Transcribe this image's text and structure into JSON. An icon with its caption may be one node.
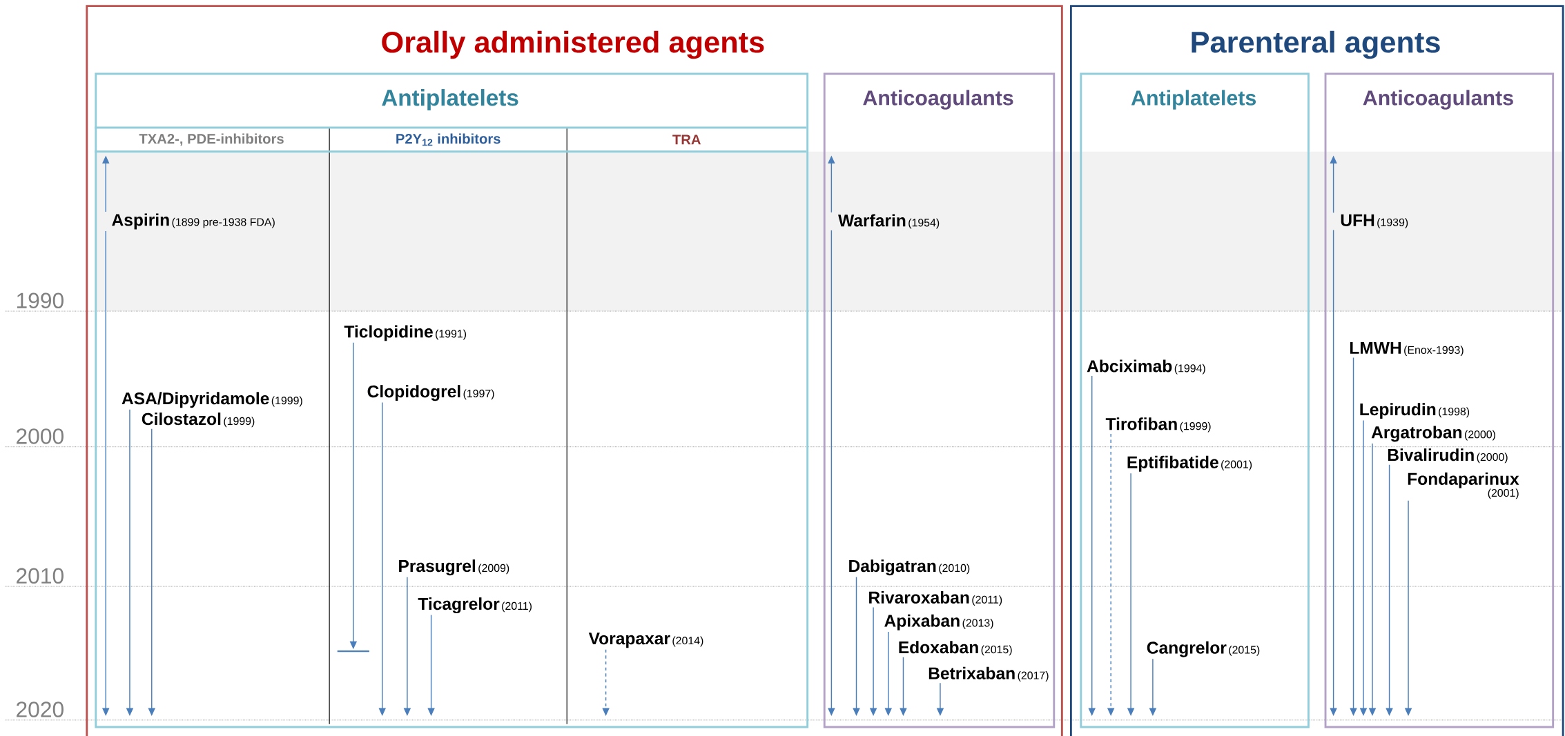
{
  "diagram": {
    "nodes": [
      {
        "text": [
          "Orally administered agents"
        ]
      },
      {
        "text": [
          "Antiplatelets",
          "TXA2-, PDE-inhibitors",
          "P2Y$_{12}$ inhibitors",
          "TRA"
        ],
        "in": 0
      },
      {
        "text": [
          "Aspirin"
        ],
        "beside": [
          "(1899 pre-1938 FDA)"
        ],
        "in": 1
      },
      {
        "text": [
          "ASA/Dipyridamole"
        ],
        "beside": [
          "(1999)"
        ],
        "in": 1
      },
      {
        "text": [
          "Cilostazol"
        ],
        "beside": [
          "(1999)"
        ],
        "in": 1
      },
      {
        "text": [
          "Ticlopidine"
        ],
        "beside": [
          "(1991)"
        ],
        "in": 1
      },
      {
        "text": [
          "Clopidogrel"
        ],
        "beside": [
          "(1997)"
        ],
        "in": 1
      },
      {
        "text": [
          "Prasugrel"
        ],
        "beside": [
          "(2009)"
        ],
        "in": 1
      },
      {
        "text": [
          "Ticagrelor"
        ],
        "beside": [
          "(2011)"
        ],
        "in": 1
      },
      {
        "text": [
          "Vorapaxar"
        ],
        "beside": [
          "(2014)"
        ],
        "in": 1
      },
      {
        "text": [
          "Anticoagulants"
        ],
        "in": 0
      },
      {
        "text": [
          "Warfarin"
        ],
        "beside": [
          "(1954)"
        ],
        "in": 10
      },
      {
        "text": [
          "Dabigatran"
        ],
        "beside": [
          "(2010)"
        ],
        "in": 10
      },
      {
        "text": [
          "Rivaroxaban"
        ],
        "beside": [
          "(2011)"
        ],
        "in": 10
      },
      {
        "text": [
          "Apixaban"
        ],
        "beside": [
          "(2013)"
        ],
        "in": 10
      },
      {
        "text": [
          "Edoxaban"
        ],
        "beside": [
          "(2015)"
        ],
        "in": 10
      },
      {
        "text": [
          "Betrixaban"
        ],
        "beside": [
          "(2017)"
        ],
        "in": 10
      },
      {
        "text": [
          "Parenteral agents"
        ]
      },
      {
        "text": [
          "Antiplatelets"
        ],
        "in": 17
      },
      {
        "text": [
          "Abciximab"
        ],
        "beside": [
          "(1994)"
        ],
        "in": 18
      },
      {
        "text": [
          "Tirofiban"
        ],
        "beside": [
          "(1999)"
        ],
        "in": 18
      },
      {
        "text": [
          "Eptifibatide"
        ],
        "beside": [
          "(2001)"
        ],
        "in": 18
      },
      {
        "text": [
          "Cangrelor"
        ],
        "beside": [
          "(2015)"
        ],
        "in": 18
      },
      {
        "text": [
          "Anticoagulants"
        ],
        "in": 17
      },
      {
        "text": [
          "UFH"
        ],
        "beside": [
          "(1939)"
        ],
        "in": 23
      },
      {
        "text": [
          "LMWH"
        ],
        "beside": [
          "(Enox-1993)"
        ],
        "in": 23
      },
      {
        "text": [
          "Lepirudin"
        ],
        "beside": [
          "(1998)"
        ],
        "in": 23
      },
      {
        "text": [
          "Argatroban"
        ],
        "beside": [
          "(2000)"
        ],
        "in": 23
      },
      {
        "text": [
          "Bivalirudin"
        ],
        "beside": [
          "(2000)"
        ],
        "in": 23
      },
      {
        "text": [
          "Fondaparinux"
        ],
        "beside": [
          "(2001)"
        ],
        "in": 23
      }
    ],
    "edges": [
      {
        "from": 2,
        "to": null,
        "arrow": "to"
      },
      {
        "from": 2,
        "to": null,
        "arrow": "to"
      },
      {
        "from": 3,
        "to": null,
        "arrow": "to"
      },
      {
        "from": 4,
        "to": null,
        "arrow": "to"
      },
      {
        "from": 5,
        "to": null,
        "arrow": "to"
      },
      {
        "from": 6,
        "to": null,
        "arrow": "to"
      },
      {
        "from": 7,
        "to": null,
        "arrow": "to"
      },
      {
        "from": 8,
        "to": null,
        "arrow": "to"
      },
      {
        "from": 9,
        "to": null,
        "arrow": "to",
        "style": "dashed"
      },
      {
        "from": 11,
        "to": null,
        "arrow": "to"
      },
      {
        "from": 11,
        "to": null,
        "arrow": "to"
      },
      {
        "from": 12,
        "to": null,
        "arrow": "to"
      },
      {
        "from": 13,
        "to": null,
        "arrow": "to"
      },
      {
        "from": 14,
        "to": null,
        "arrow": "to"
      },
      {
        "from": 15,
        "to": null,
        "arrow": "to"
      },
      {
        "from": 16,
        "to": null,
        "arrow": "to"
      },
      {
        "from": 19,
        "to": null,
        "arrow": "to"
      },
      {
        "from": 20,
        "to": null,
        "arrow": "to",
        "style": "dashed"
      },
      {
        "from": 21,
        "to": null,
        "arrow": "to"
      },
      {
        "from": 22,
        "to": null,
        "arrow": "to"
      },
      {
        "from": 24,
        "to": null,
        "arrow": "to"
      },
      {
        "from": 24,
        "to": null,
        "arrow": "to"
      },
      {
        "from": 25,
        "to": null,
        "arrow": "to"
      },
      {
        "from": 26,
        "to": null,
        "arrow": "to"
      },
      {
        "from": 27,
        "to": null,
        "arrow": "to"
      },
      {
        "from": 28,
        "to": null,
        "arrow": "to"
      },
      {
        "from": 29,
        "to": null,
        "arrow": "to"
      }
    ],
    "labels": [
      "1990",
      "2000",
      "2010",
      "2020"
    ]
  }
}
